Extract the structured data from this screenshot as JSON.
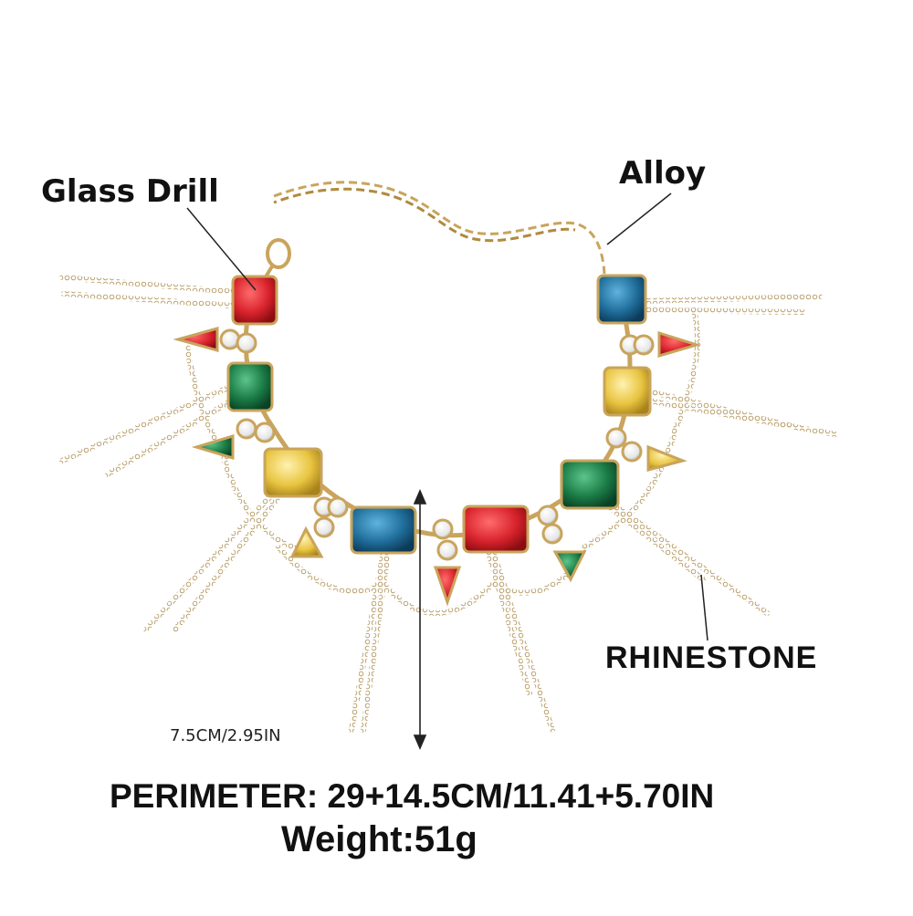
{
  "labels": {
    "glass_drill": "Glass Drill",
    "alloy": "Alloy",
    "rhinestone": "RHINESTONE",
    "height_dimension": "7.5CM/2.95IN",
    "perimeter": "PERIMETER:  29+14.5CM/11.41+5.70IN",
    "weight": "Weight:51g"
  },
  "colors": {
    "gold_chain": "#c9a45c",
    "red_stone": "#d8232c",
    "blue_stone": "#1f6d9a",
    "green_stone": "#1a7a45",
    "yellow_stone": "#e8c440",
    "clear_stone": "#f2f2f2"
  }
}
